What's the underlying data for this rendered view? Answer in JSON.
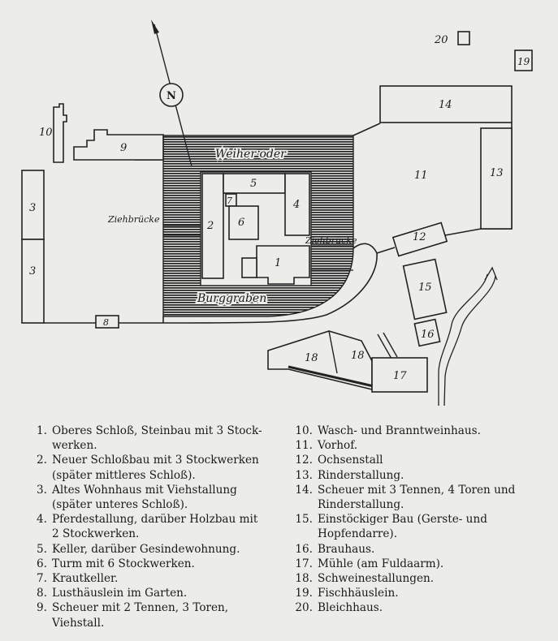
{
  "plan": {
    "labels": {
      "weiher": "Weiher oder",
      "burggraben": "Burggraben",
      "ziehbruecke_left": "Ziehbrücke",
      "ziehbruecke_right": "Ziehbrücke",
      "north": "N"
    },
    "building_numbers": {
      "b1": "1",
      "b2": "2",
      "b3a": "3",
      "b3b": "3",
      "b4": "4",
      "b5": "5",
      "b6": "6",
      "b7": "7",
      "b8": "8",
      "b9": "9",
      "b10": "10",
      "b11": "11",
      "b12": "12",
      "b13": "13",
      "b14": "14",
      "b15": "15",
      "b16": "16",
      "b17": "17",
      "b18a": "18",
      "b18b": "18",
      "b19": "19",
      "b20": "20"
    }
  },
  "legend": {
    "left": [
      {
        "num": "1.",
        "lines": [
          "Oberes Schloß, Steinbau mit 3 Stock-",
          "werken."
        ]
      },
      {
        "num": "2.",
        "lines": [
          "Neuer Schloßbau mit 3 Stockwerken",
          "(später mittleres Schloß)."
        ]
      },
      {
        "num": "3.",
        "lines": [
          "Altes Wohnhaus mit Viehstallung",
          "(später unteres Schloß)."
        ]
      },
      {
        "num": "4.",
        "lines": [
          "Pferdestallung, darüber Holzbau mit",
          "2 Stockwerken."
        ]
      },
      {
        "num": "5.",
        "lines": [
          "Keller, darüber Gesindewohnung."
        ]
      },
      {
        "num": "6.",
        "lines": [
          "Turm mit 6 Stockwerken."
        ]
      },
      {
        "num": "7.",
        "lines": [
          "Krautkeller."
        ]
      },
      {
        "num": "8.",
        "lines": [
          "Lusthäuslein im Garten."
        ]
      },
      {
        "num": "9.",
        "lines": [
          "Scheuer mit 2 Tennen, 3 Toren,",
          "Viehstall."
        ]
      }
    ],
    "right": [
      {
        "num": "10.",
        "lines": [
          "Wasch- und Branntweinhaus."
        ]
      },
      {
        "num": "11.",
        "lines": [
          "Vorhof."
        ]
      },
      {
        "num": "12.",
        "lines": [
          "Ochsenstall"
        ]
      },
      {
        "num": "13.",
        "lines": [
          "Rinderstallung."
        ]
      },
      {
        "num": "14.",
        "lines": [
          "Scheuer mit 3 Tennen, 4 Toren und",
          "Rinderstallung."
        ]
      },
      {
        "num": "15.",
        "lines": [
          "Einstöckiger Bau (Gerste- und",
          "Hopfendarre)."
        ]
      },
      {
        "num": "16.",
        "lines": [
          "Brauhaus."
        ]
      },
      {
        "num": "17.",
        "lines": [
          "Mühle (am Fuldaarm)."
        ]
      },
      {
        "num": "18.",
        "lines": [
          "Schweinestallungen."
        ]
      },
      {
        "num": "19.",
        "lines": [
          "Fischhäuslein."
        ]
      },
      {
        "num": "20.",
        "lines": [
          "Bleichhaus."
        ]
      }
    ]
  }
}
